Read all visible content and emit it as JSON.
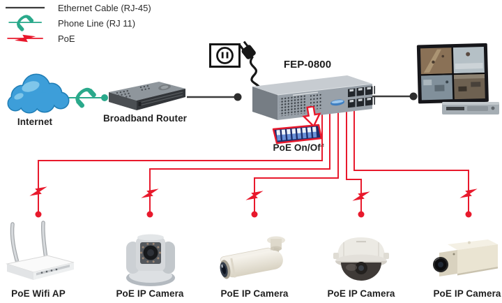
{
  "title": "FEP-0800 PoE switch network application diagram",
  "colors": {
    "ethernet_line": "#3b3b3b",
    "phone_line": "#2aa98b",
    "poe_line": "#e8192c",
    "cloud_blue": "#3d9ed9",
    "label_text": "#1f1f1f"
  },
  "legend": {
    "items": [
      {
        "icon": "ethernet-line",
        "label": "Ethernet Cable (RJ-45)"
      },
      {
        "icon": "phone-handset-icon",
        "label": "Phone Line (RJ 11)"
      },
      {
        "icon": "poe-bolt-icon",
        "label": "PoE"
      }
    ]
  },
  "nodes": {
    "internet": {
      "label": "Internet"
    },
    "router": {
      "label": "Broadband Router"
    },
    "switch": {
      "model": "FEP-0800"
    },
    "dip_switch": {
      "label": "PoE On/Off"
    },
    "poe_devices": [
      {
        "type": "wifi-ap",
        "label": "PoE Wifi AP"
      },
      {
        "type": "ptz-ip-camera",
        "label": "PoE IP Camera"
      },
      {
        "type": "bullet-ip-camera",
        "label": "PoE IP Camera"
      },
      {
        "type": "dome-ip-camera",
        "label": "PoE IP Camera"
      },
      {
        "type": "box-ip-camera",
        "label": "PoE IP Camera"
      }
    ]
  }
}
